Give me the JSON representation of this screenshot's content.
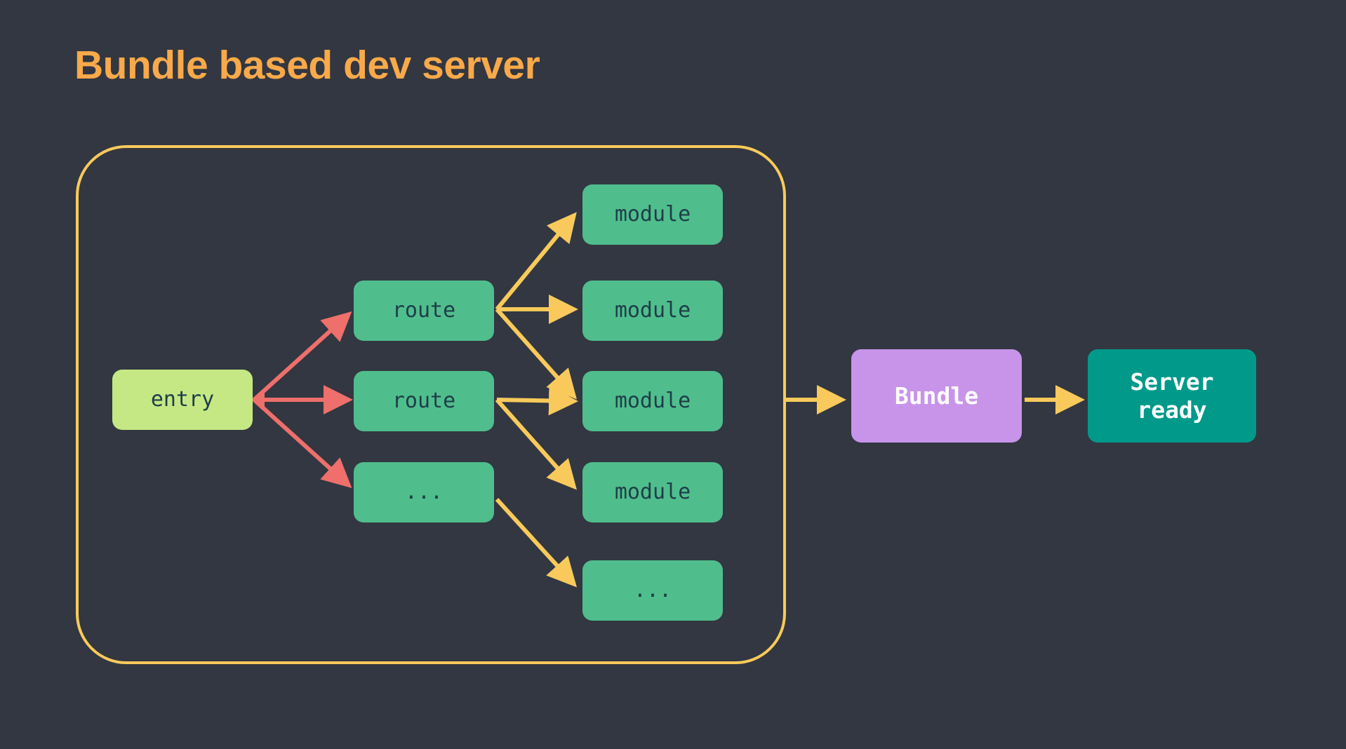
{
  "slide": {
    "title": "Bundle based dev server",
    "background_color": "#323741",
    "title_color": "#F9A94A"
  },
  "colors": {
    "background": "#323741",
    "title_orange": "#F9A94A",
    "container_border_yellow": "#F9CA5B",
    "edge_yellow": "#F9CA5B",
    "edge_red": "#EE6F6B",
    "node_entry_green": "#C5E884",
    "node_module_green": "#4FBE8C",
    "node_bundle_purple": "#C894EA",
    "node_server_teal": "#00998A",
    "node_dark_text": "#1F3D4A",
    "node_light_text": "#FFFFFF"
  },
  "container": {
    "name": "dev-server-boundary"
  },
  "nodes": [
    {
      "id": "entry",
      "label": "entry",
      "type": "entry"
    },
    {
      "id": "route1",
      "label": "route",
      "type": "green"
    },
    {
      "id": "route2",
      "label": "route",
      "type": "green"
    },
    {
      "id": "route3",
      "label": "...",
      "type": "green"
    },
    {
      "id": "module1",
      "label": "module",
      "type": "green"
    },
    {
      "id": "module2",
      "label": "module",
      "type": "green"
    },
    {
      "id": "module3",
      "label": "module",
      "type": "green"
    },
    {
      "id": "module4",
      "label": "module",
      "type": "green"
    },
    {
      "id": "module5",
      "label": "...",
      "type": "green"
    },
    {
      "id": "bundle",
      "label": "Bundle",
      "type": "bundle"
    },
    {
      "id": "server",
      "label": "Server\nready",
      "type": "server"
    }
  ],
  "edges": [
    {
      "from": "entry",
      "to": "route1",
      "color": "#EE6F6B"
    },
    {
      "from": "entry",
      "to": "route2",
      "color": "#EE6F6B"
    },
    {
      "from": "entry",
      "to": "route3",
      "color": "#EE6F6B"
    },
    {
      "from": "route1",
      "to": "module1",
      "color": "#F9CA5B"
    },
    {
      "from": "route1",
      "to": "module2",
      "color": "#F9CA5B"
    },
    {
      "from": "route1",
      "to": "module3",
      "color": "#F9CA5B"
    },
    {
      "from": "route2",
      "to": "module3",
      "color": "#F9CA5B"
    },
    {
      "from": "route2",
      "to": "module4",
      "color": "#F9CA5B"
    },
    {
      "from": "route3",
      "to": "module5",
      "color": "#F9CA5B"
    },
    {
      "from": "container",
      "to": "bundle",
      "color": "#F9CA5B"
    },
    {
      "from": "bundle",
      "to": "server",
      "color": "#F9CA5B"
    }
  ]
}
